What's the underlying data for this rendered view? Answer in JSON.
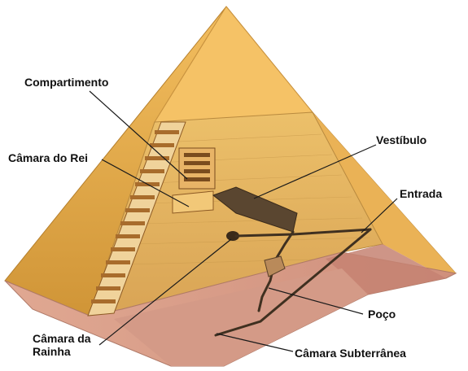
{
  "labels": {
    "compartimento": "Compartimento",
    "camara_rei": "Câmara do Rei",
    "vestibulo": "Vestíbulo",
    "entrada": "Entrada",
    "camara_rainha_l1": "Câmara da",
    "camara_rainha_l2": "Rainha",
    "poco": "Poço",
    "camara_subterranea": "Câmara Subterrânea"
  },
  "colors": {
    "outer_left": "#d9a33c",
    "outer_right": "#f2b85a",
    "inner_wall": "#e4b45a",
    "cutaway_base": "#d99a86",
    "stair_light": "#f0d39b",
    "stair_dark": "#a86c2c",
    "label_text": "#111111",
    "passage": "#4a3a2a"
  }
}
